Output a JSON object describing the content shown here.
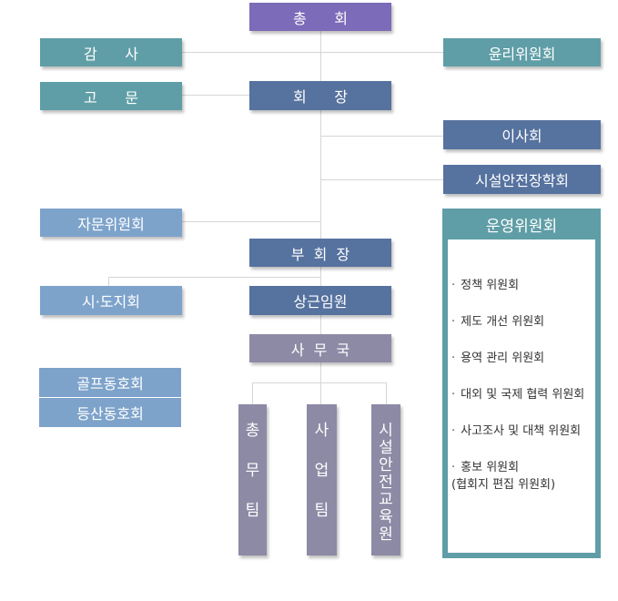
{
  "boxes": {
    "general_assembly": "총      회",
    "auditor": "감      사",
    "ethics_committee": "윤리위원회",
    "advisor": "고      문",
    "president": "회      장",
    "board": "이사회",
    "safety_academy": "시설안전장학회",
    "advisory_committee": "자문위원회",
    "vice_president": "부  회  장",
    "standing_officers": "상근임원",
    "regional_chapters": "시·도지회",
    "secretariat": "사  무  국",
    "golf_club": "골프동호회",
    "hiking_club": "등산동호회"
  },
  "vertical_boxes": [
    {
      "chars": [
        "총",
        "무",
        "팀"
      ],
      "gaps": [
        0,
        1,
        1
      ]
    },
    {
      "chars": [
        "사",
        "업",
        "팀"
      ],
      "gaps": [
        0,
        1,
        1
      ]
    },
    {
      "chars": [
        "시",
        "설",
        "안",
        "전",
        "교",
        "육",
        "원"
      ],
      "gaps": [
        0,
        0,
        0,
        0,
        0,
        0,
        0
      ]
    }
  ],
  "operations_committee": {
    "title": "운영위원회",
    "items": [
      {
        "text": "정책 위원회"
      },
      {
        "text": "제도 개선 위원회"
      },
      {
        "text": "용역 관리 위원회"
      },
      {
        "text": "대외 및 국제 협력 위원회"
      },
      {
        "text": "사고조사 및 대책 위원회"
      },
      {
        "text": "홍보 위원회\n(협회지 편집 위원회)"
      }
    ]
  },
  "colors": {
    "general_assembly": "#7b6bb8",
    "leadership": "#56729f",
    "teal": "#5f9ea6",
    "light_blue": "#7ea3cb",
    "gray": "#8c8aa4",
    "connector": "#d6d6d6"
  }
}
